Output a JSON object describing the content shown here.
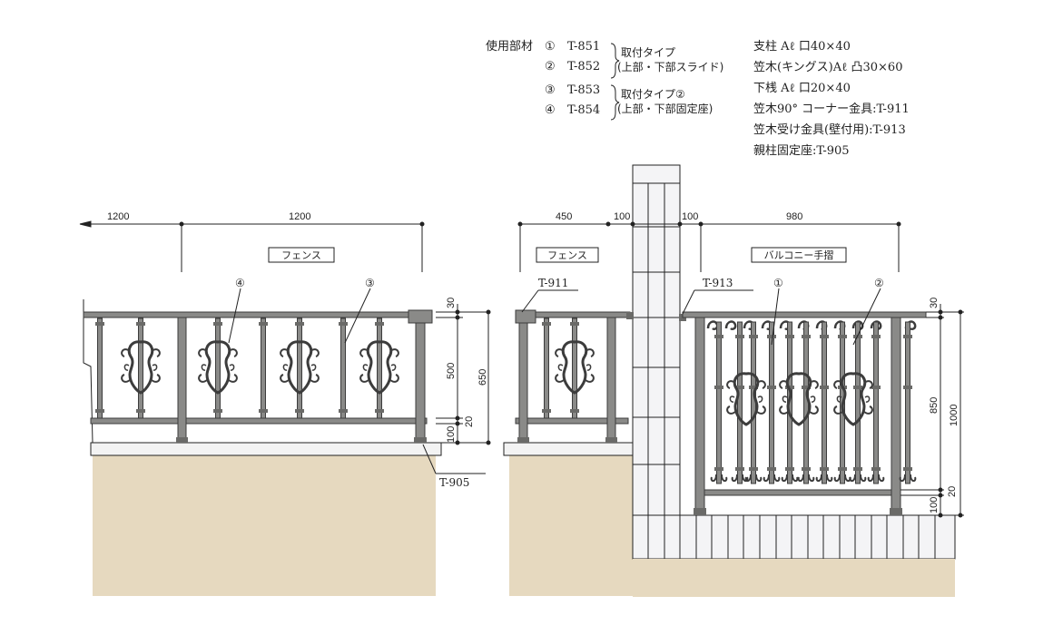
{
  "materials": {
    "header": "使用部材",
    "parts": [
      {
        "num": "①",
        "code": "T-851"
      },
      {
        "num": "②",
        "code": "T-852"
      },
      {
        "num": "③",
        "code": "T-853"
      },
      {
        "num": "④",
        "code": "T-854"
      }
    ],
    "groups": [
      {
        "title": "取付タイプ",
        "sub": "(上部・下部スライド)"
      },
      {
        "title": "取付タイプ②",
        "sub": "(上部・下部固定座)"
      }
    ],
    "specs": [
      "支柱 Aℓ 口40×40",
      "笠木(キングス)Aℓ 凸30×60",
      "下桟 Aℓ 口20×40",
      "笠木90° コーナー金具:T-911",
      "笠木受け金具(壁付用):T-913",
      "親柱固定座:T-905"
    ]
  },
  "labels": {
    "fence": "フェンス",
    "balcony": "バルコニー手摺"
  },
  "dimensions": {
    "left_run": "1200",
    "left_span": "1200",
    "mid_span": "450",
    "col_gap_left": "100",
    "col_gap_right": "100",
    "right_span": "980",
    "top_rail": "30",
    "infill": "500",
    "fence_height": "650",
    "bottom_rail": "20",
    "base_gap": "100",
    "balcony_top": "30",
    "balcony_infill": "850",
    "balcony_height": "1000",
    "balcony_bottom": "20",
    "balcony_base": "100"
  },
  "callouts": {
    "c1": "①",
    "c2": "②",
    "c3": "③",
    "c4": "④",
    "t905": "T-905",
    "t911": "T-911",
    "t913": "T-913"
  },
  "colors": {
    "rail": "#8a8a88",
    "rail_dark": "#3c3c3c",
    "ground": "#e6d9bf",
    "base": "#f3f3f3",
    "brick": "#f4f4f6",
    "line": "#222222"
  }
}
